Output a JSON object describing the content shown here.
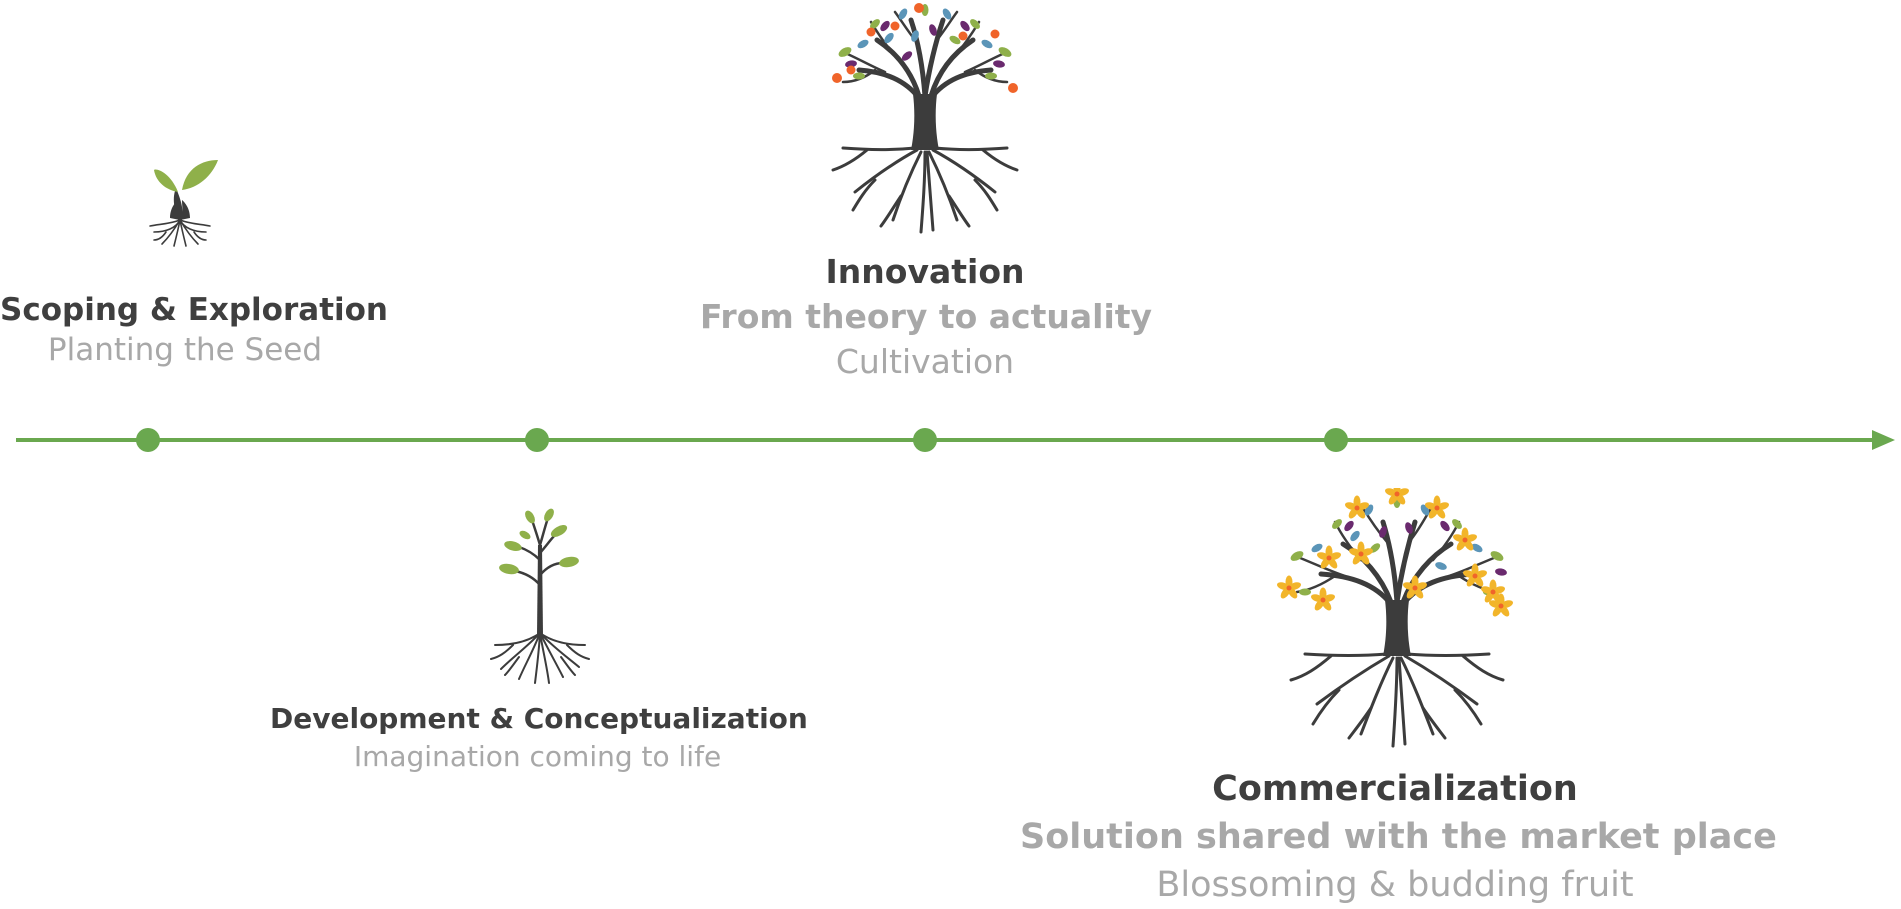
{
  "colors": {
    "line": "#6aa84f",
    "dot": "#6aa84f",
    "title": "#3f3f3f",
    "subtitle": "#a8a8a8",
    "trunk": "#3c3c3c",
    "leaf_green": "#8fb04a",
    "leaf_blue": "#5b95b8",
    "leaf_purple": "#6a2a6e",
    "fruit_orange": "#f0642a",
    "flower_yellow": "#f2b52a"
  },
  "stages": [
    {
      "id": "scoping",
      "icon": "seedling-icon",
      "title": "Scoping & Exploration",
      "lines": [
        "Planting the Seed"
      ]
    },
    {
      "id": "development",
      "icon": "sapling-icon",
      "title": "Development & Conceptualization",
      "lines": [
        "Imagination coming to life"
      ]
    },
    {
      "id": "innovation",
      "icon": "fruit-tree-icon",
      "title": "Innovation",
      "lines": [
        "From theory to actuality",
        "Cultivation"
      ]
    },
    {
      "id": "commercialization",
      "icon": "blossom-tree-icon",
      "title": "Commercialization",
      "lines": [
        "Solution shared with the market place",
        "Blossoming & budding fruit"
      ]
    }
  ]
}
